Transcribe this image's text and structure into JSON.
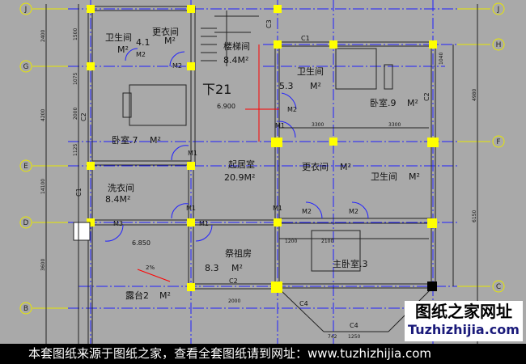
{
  "axes": {
    "left": [
      "J",
      "G",
      "E",
      "D",
      "B"
    ],
    "right": [
      "J",
      "H",
      "F",
      "C"
    ]
  },
  "rooms": {
    "bath1": "卫生间",
    "bath1_area": "4.1",
    "bath1_unit": "M²",
    "closet1": "更衣间",
    "closet1_unit": "M²",
    "stair": "楼梯间",
    "stair_area": "8.4M²",
    "down": "下21",
    "level1": "6.900",
    "bedroom1": "卧室.7",
    "bedroom1_unit": "M²",
    "living": "起居室",
    "living_area": "20.9M²",
    "laundry": "洗衣间",
    "laundry_area": "8.4M²",
    "bath2": "卫生间",
    "bath2_area": "5.3",
    "bath2_unit": "M²",
    "bedroom2": "卧室.9",
    "bedroom2_unit": "M²",
    "closet2": "更衣间",
    "closet2_unit": "M²",
    "bath3": "卫生间",
    "bath3_unit": "M²",
    "ancestral": "祭祖房",
    "ancestral_area": "8.3",
    "ancestral_unit": "M²",
    "master": "主卧室.3",
    "terrace": "露台2",
    "terrace_unit": "M²",
    "level2": "6.850",
    "slope": "2%"
  },
  "doors": [
    "M2",
    "M2",
    "M1",
    "M1",
    "M3",
    "M1",
    "M1",
    "M2",
    "M2",
    "M2",
    "M1"
  ],
  "windows": [
    "C1",
    "C1",
    "C2",
    "C2",
    "C2",
    "C3",
    "C4",
    "C4"
  ],
  "dims": {
    "d2400": "2400",
    "d4200": "4200",
    "d14100": "14100",
    "d3600": "3600",
    "d1500": "1500",
    "d1075": "1075",
    "d2000": "2000",
    "d1125": "1125",
    "d3300a": "3300",
    "d3300b": "3300",
    "d4980": "4980",
    "d6150": "6150",
    "d1040": "1040",
    "d1200": "1200",
    "d2100": "2100",
    "d1250": "1250",
    "d742": "742",
    "d2000b": "2000"
  },
  "watermark": {
    "title": "图纸之家网址",
    "url": "Tuzhizhijia.com"
  },
  "banner": "本套图纸来源于图纸之家，查看全套图纸请到网址：www.tuzhizhijia.com",
  "colors": {
    "background": "#a9a9a9",
    "axis": "#2020ff",
    "column": "#ffff00",
    "gridline": "#ffff00",
    "dim": "#ff0000"
  }
}
